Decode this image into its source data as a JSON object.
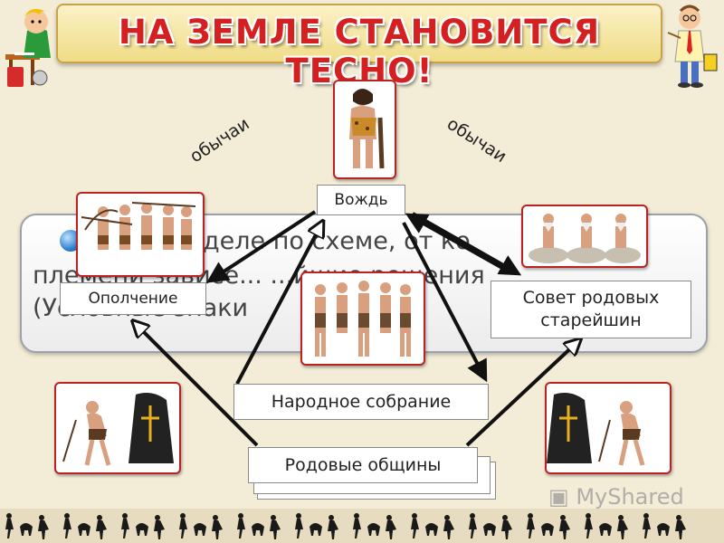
{
  "title": "НА ЗЕМЛЕ СТАНОВИТСЯ ТЕСНО!",
  "background_text": {
    "line1": "деле по схеме, от ко",
    "line2": "племени зависе...  ...йшие решения",
    "line3": "(Условные знаки"
  },
  "customs_left": "обычаи",
  "customs_right": "обычаи",
  "nodes": {
    "chief": "Вождь",
    "militia": "Ополчение",
    "council_line1": "Совет родовых",
    "council_line2": "старейшин",
    "assembly": "Народное собрание",
    "communities": "Родовые общины"
  },
  "watermark": "MyShared",
  "colors": {
    "title": "#d42020",
    "arrow": "#111111",
    "photo_border": "#b22222",
    "page_background": "#f3ecd6"
  }
}
